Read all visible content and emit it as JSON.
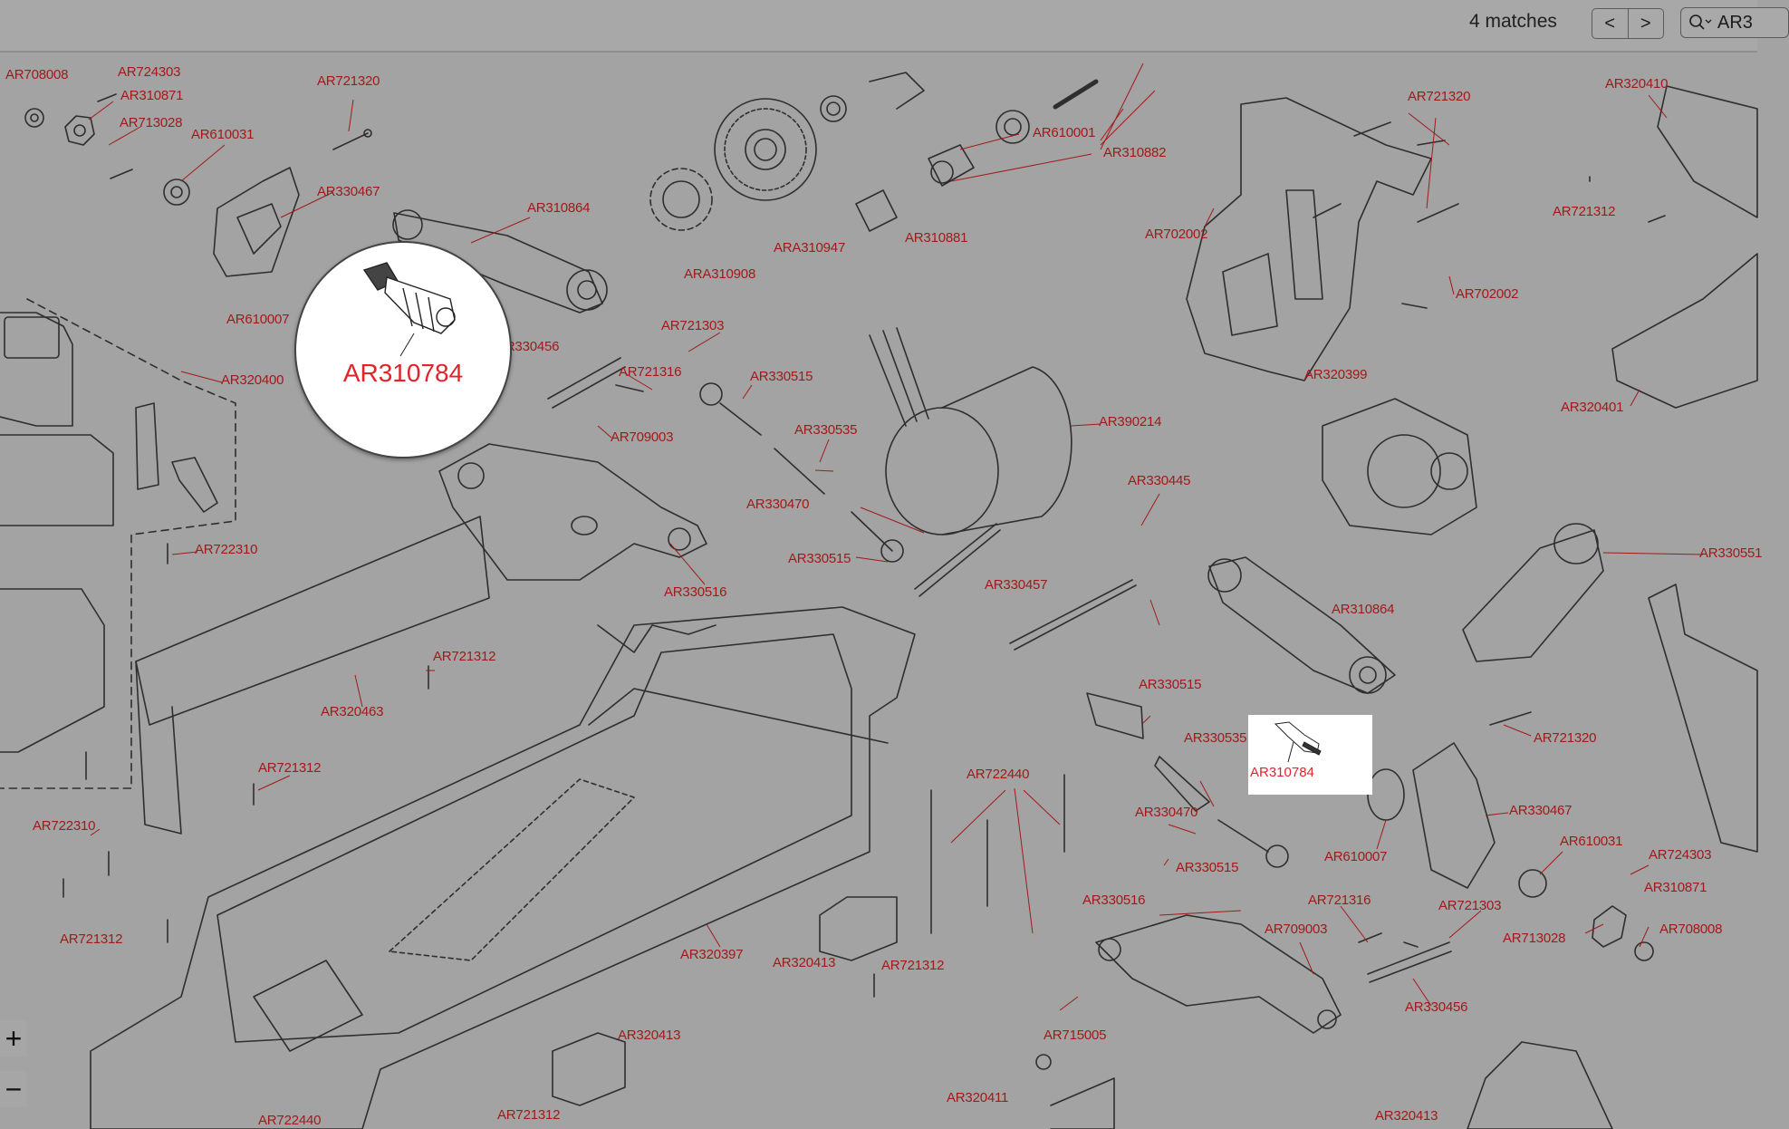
{
  "toolbar": {
    "match_count": "4 matches",
    "prev_label": "<",
    "next_label": ">",
    "search_value": "AR3",
    "search_icon": "search-icon"
  },
  "callout": {
    "label": "AR310784"
  },
  "highlight": {
    "label": "AR310784"
  },
  "zoom": {
    "in_label": "+",
    "out_label": "−"
  },
  "part_labels": [
    "AR708008",
    "AR724303",
    "AR310871",
    "AR713028",
    "AR610031",
    "AR721320",
    "AR330467",
    "AR310864",
    "AR610007",
    "AR320400",
    "AR330456",
    "AR721303",
    "AR721316",
    "AR330515",
    "AR709003",
    "AR330535",
    "AR330470",
    "AR330515",
    "AR330516",
    "AR722310",
    "AR721312",
    "AR320463",
    "AR721312",
    "AR722310",
    "AR721312",
    "AR320397",
    "AR320413",
    "AR721312",
    "AR320413",
    "AR721312",
    "AR722440",
    "ARA310908",
    "ARA310947",
    "AR310881",
    "AR610001",
    "AR310882",
    "AR702002",
    "AR721320",
    "AR702002",
    "AR320399",
    "AR390214",
    "AR330445",
    "AR330457",
    "AR310864",
    "AR330515",
    "AR330535",
    "AR330470",
    "AR330515",
    "AR722440",
    "AR320410",
    "AR721312",
    "AR320401",
    "AR330551",
    "AR721320",
    "AR330467",
    "AR610007",
    "AR610031",
    "AR724303",
    "AR310871",
    "AR713028",
    "AR708008",
    "AR721316",
    "AR721303",
    "AR709003",
    "AR330516",
    "AR330456",
    "AR715005",
    "AR320411",
    "AR320413"
  ]
}
